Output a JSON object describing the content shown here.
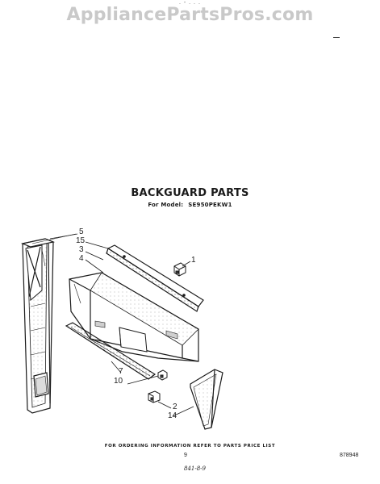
{
  "watermark": "AppliancePartsPros.com",
  "top_marks": ". - . . .",
  "title": "BACKGUARD PARTS",
  "subtitle": {
    "prefix": "For Model:",
    "model": "SE950PEKW1"
  },
  "callouts": {
    "c1": "1",
    "c5": "5",
    "c15": "15",
    "c3": "3",
    "c4": "4",
    "c7": "7",
    "c10": "10",
    "c2": "2",
    "c14": "14"
  },
  "footer": {
    "ordering_note": "FOR ORDERING INFORMATION REFER TO PARTS PRICE LIST",
    "page_number": "9",
    "document_number": "878948",
    "handwritten_mark": "841-8-9"
  }
}
